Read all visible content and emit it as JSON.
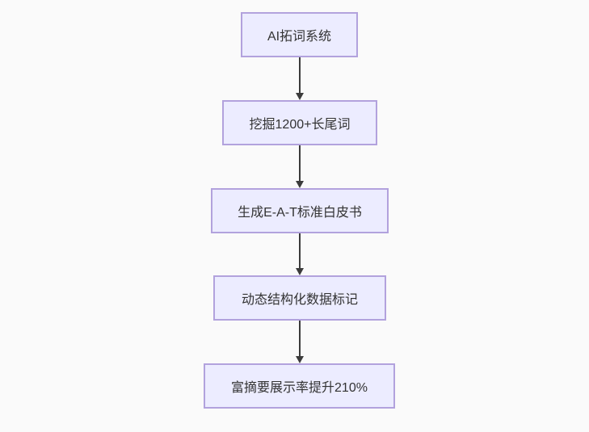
{
  "diagram": {
    "type": "flowchart",
    "direction": "top-down",
    "nodes": [
      {
        "id": "n1",
        "label": "AI拓词系统"
      },
      {
        "id": "n2",
        "label": "挖掘1200+长尾词"
      },
      {
        "id": "n3",
        "label": "生成E-A-T标准白皮书"
      },
      {
        "id": "n4",
        "label": "动态结构化数据标记"
      },
      {
        "id": "n5",
        "label": "富摘要展示率提升210%"
      }
    ],
    "edges": [
      {
        "from": "n1",
        "to": "n2"
      },
      {
        "from": "n2",
        "to": "n3"
      },
      {
        "from": "n3",
        "to": "n4"
      },
      {
        "from": "n4",
        "to": "n5"
      }
    ],
    "colors": {
      "background": "#fafafa",
      "node_fill": "#ececff",
      "node_border": "#b2a2dd",
      "arrow": "#3b3b3b",
      "text": "#333333"
    }
  }
}
